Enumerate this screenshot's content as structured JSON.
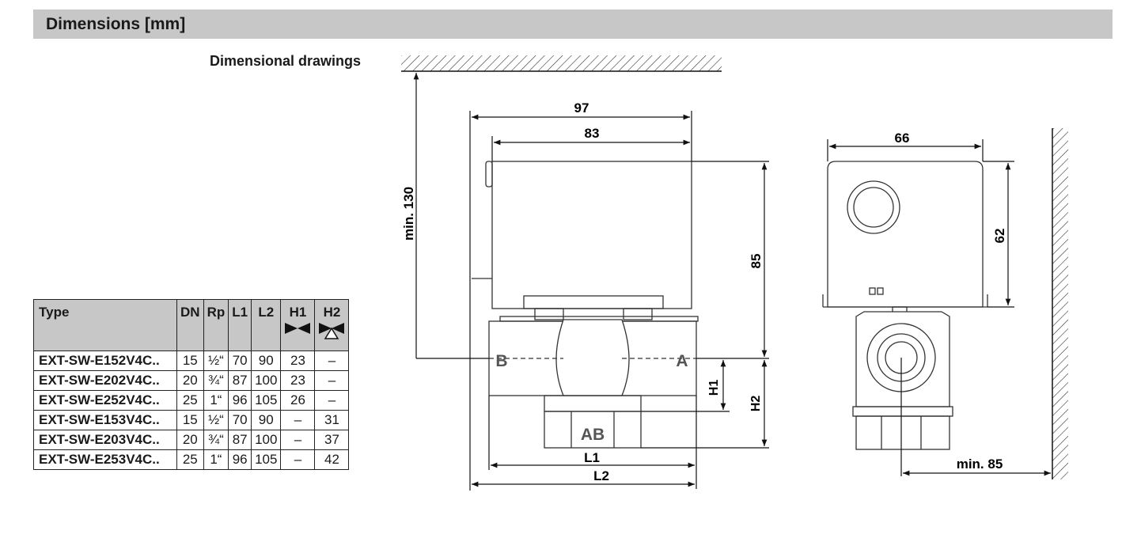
{
  "header": {
    "title": "Dimensions [mm]"
  },
  "drawings": {
    "title": "Dimensional drawings",
    "front": {
      "width_97": "97",
      "width_83": "83",
      "min_130": "min. 130",
      "height_85": "85",
      "port_b": "B",
      "port_a": "A",
      "port_ab": "AB",
      "h1": "H1",
      "h2": "H2",
      "l1": "L1",
      "l2": "L2"
    },
    "side": {
      "width_66": "66",
      "height_62": "62",
      "min_85": "min. 85"
    }
  },
  "table": {
    "headers": [
      "Type",
      "DN",
      "Rp",
      "L1",
      "L2",
      "H1",
      "H2"
    ],
    "rows": [
      [
        "EXT-SW-E152V4C..",
        "15",
        "½“",
        "70",
        "90",
        "23",
        "–"
      ],
      [
        "EXT-SW-E202V4C..",
        "20",
        "¾“",
        "87",
        "100",
        "23",
        "–"
      ],
      [
        "EXT-SW-E252V4C..",
        "25",
        "1“",
        "96",
        "105",
        "26",
        "–"
      ],
      [
        "EXT-SW-E153V4C..",
        "15",
        "½“",
        "70",
        "90",
        "–",
        "31"
      ],
      [
        "EXT-SW-E203V4C..",
        "20",
        "¾“",
        "87",
        "100",
        "–",
        "37"
      ],
      [
        "EXT-SW-E253V4C..",
        "25",
        "1“",
        "96",
        "105",
        "–",
        "42"
      ]
    ]
  }
}
